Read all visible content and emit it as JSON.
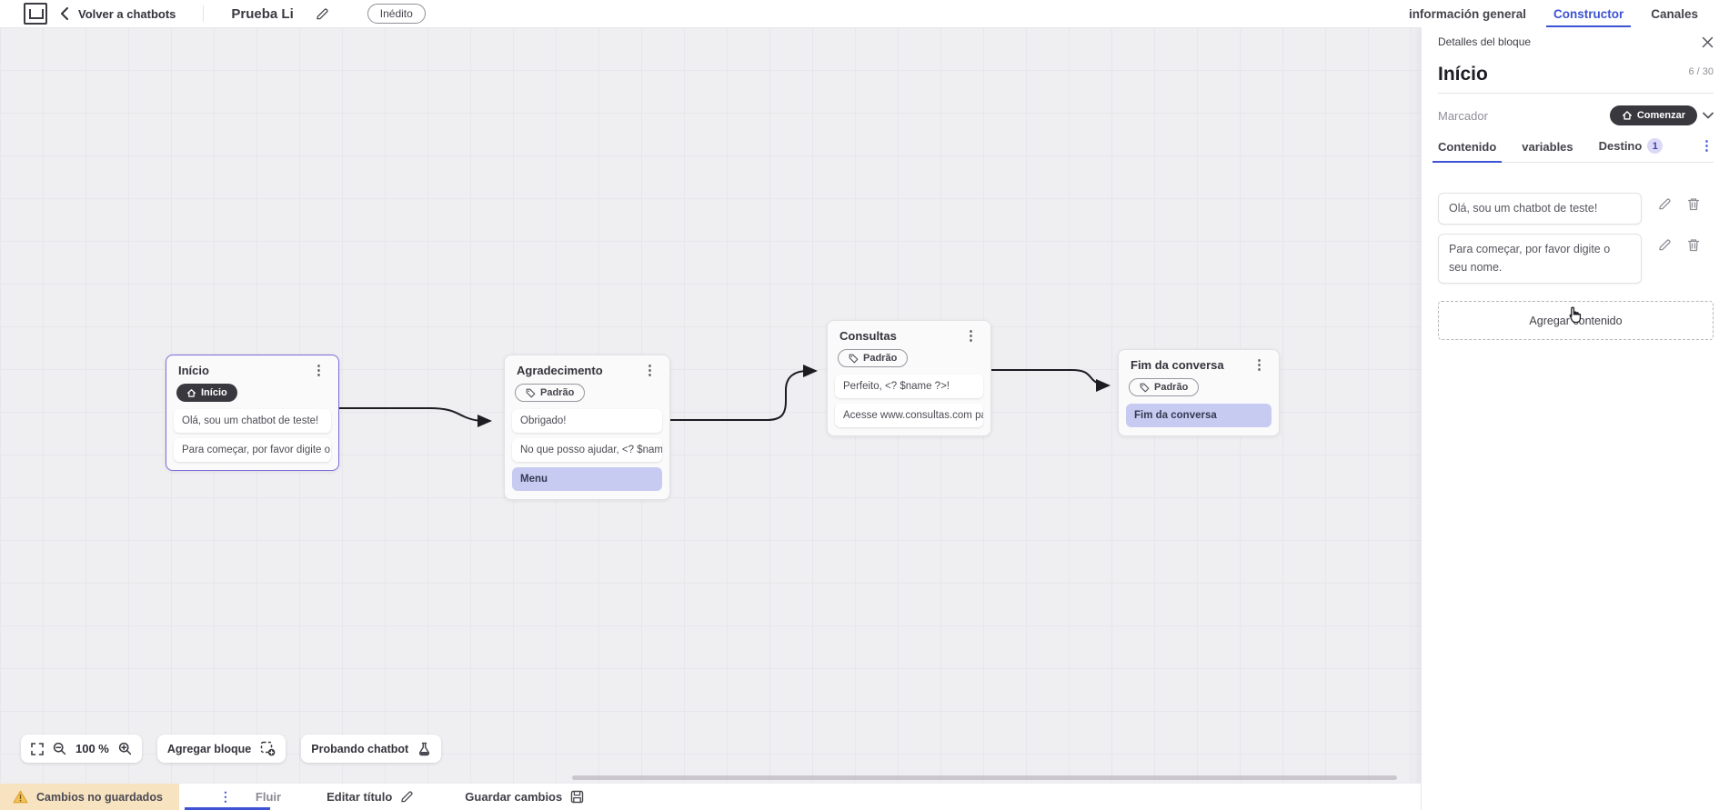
{
  "icons": {
    "kebab": "⋮"
  },
  "colors": {
    "accent": "#3d52d5",
    "selected_node_border": "#7b6cd9",
    "highlight_row": "#c7cbf1",
    "warning_bg": "#f8e3c1",
    "dark_pill": "#39383f"
  },
  "topbar": {
    "back_label": "Volver a chatbots",
    "title": "Prueba Li",
    "status": "Inédito",
    "tabs": [
      {
        "label": "información general"
      },
      {
        "label": "Constructor"
      },
      {
        "label": "Canales"
      }
    ]
  },
  "panel": {
    "header": "Detalles del bloque",
    "title": "Início",
    "counter": "6 / 30",
    "marker_label": "Marcador",
    "marker_value": "Comenzar",
    "tabs": [
      {
        "label": "Contenido"
      },
      {
        "label": "variables"
      },
      {
        "label": "Destino",
        "badge": "1"
      }
    ],
    "contents": [
      "Olá, sou um chatbot de teste!",
      "Para começar, por favor digite o seu nome."
    ],
    "add_content_label": "Agregar contenido"
  },
  "canvas": {
    "zoom_level": "100 %",
    "add_block_label": "Agregar bloque",
    "test_label": "Probando chatbot",
    "nodes": [
      {
        "title": "Início",
        "badge": "Início",
        "rows": [
          {
            "text": "Olá, sou um chatbot de teste!"
          },
          {
            "text": "Para começar, por favor digite o ..."
          }
        ]
      },
      {
        "title": "Agradecimento",
        "badge": "Padrão",
        "rows": [
          {
            "text": "Obrigado!"
          },
          {
            "text": "No que posso ajudar, <? $name ..."
          },
          {
            "text": "Menu"
          }
        ]
      },
      {
        "title": "Consultas",
        "badge": "Padrão",
        "rows": [
          {
            "text": "Perfeito, <? $name ?>!"
          },
          {
            "text": "Acesse www.consultas.com par..."
          }
        ]
      },
      {
        "title": "Fim da conversa",
        "badge": "Padrão",
        "rows": [
          {
            "text": "Fim da conversa"
          }
        ]
      }
    ]
  },
  "bottombar": {
    "warning": "Cambios no guardados",
    "flow_tab": "Fluir",
    "edit_title_label": "Editar título",
    "save_label": "Guardar cambios"
  }
}
